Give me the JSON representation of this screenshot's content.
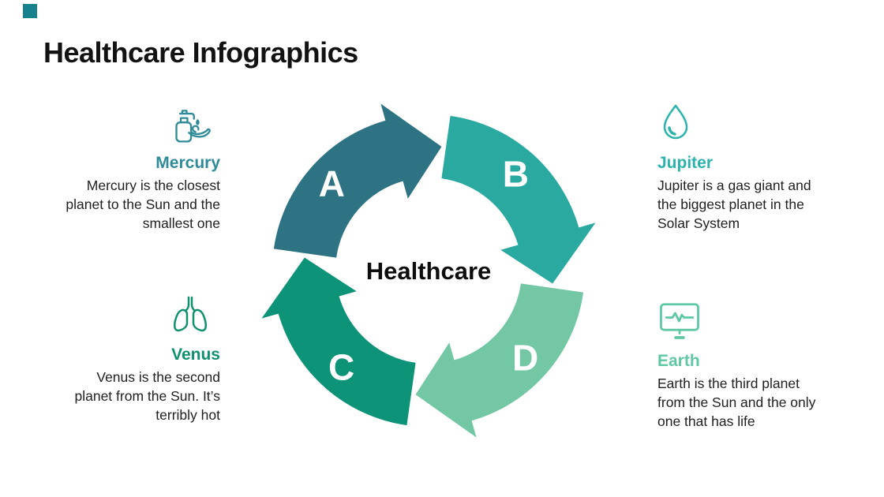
{
  "slide": {
    "title": "Healthcare Infographics",
    "accent_color": "#17818D"
  },
  "diagram": {
    "center_label": "Healthcare",
    "segments": [
      {
        "label": "A",
        "color": "#2E7383",
        "start_deg": 278
      },
      {
        "label": "B",
        "color": "#2AA9A1",
        "start_deg": 8
      },
      {
        "label": "D",
        "color": "#73C7A4",
        "start_deg": 98
      },
      {
        "label": "C",
        "color": "#0D9377",
        "start_deg": 188
      }
    ]
  },
  "sections": [
    {
      "title": "Mercury",
      "color": "#2E8B97",
      "icon": "sanitizer-hand-icon",
      "lines": [
        "Mercury is the closest",
        "planet to the Sun and the",
        "smallest one"
      ]
    },
    {
      "title": "Jupiter",
      "color": "#2BB3AB",
      "icon": "water-drop-icon",
      "lines": [
        "Jupiter is a gas giant and",
        "the biggest planet in the",
        "Solar System"
      ]
    },
    {
      "title": "Venus",
      "color": "#0F9170",
      "icon": "lungs-icon",
      "lines": [
        "Venus is the second",
        "planet from the Sun. It’s",
        "terribly hot"
      ]
    },
    {
      "title": "Earth",
      "color": "#5FC8A2",
      "icon": "heartbeat-monitor-icon",
      "lines": [
        "Earth is the third planet",
        "from the Sun and the only",
        "one that has life"
      ]
    }
  ]
}
